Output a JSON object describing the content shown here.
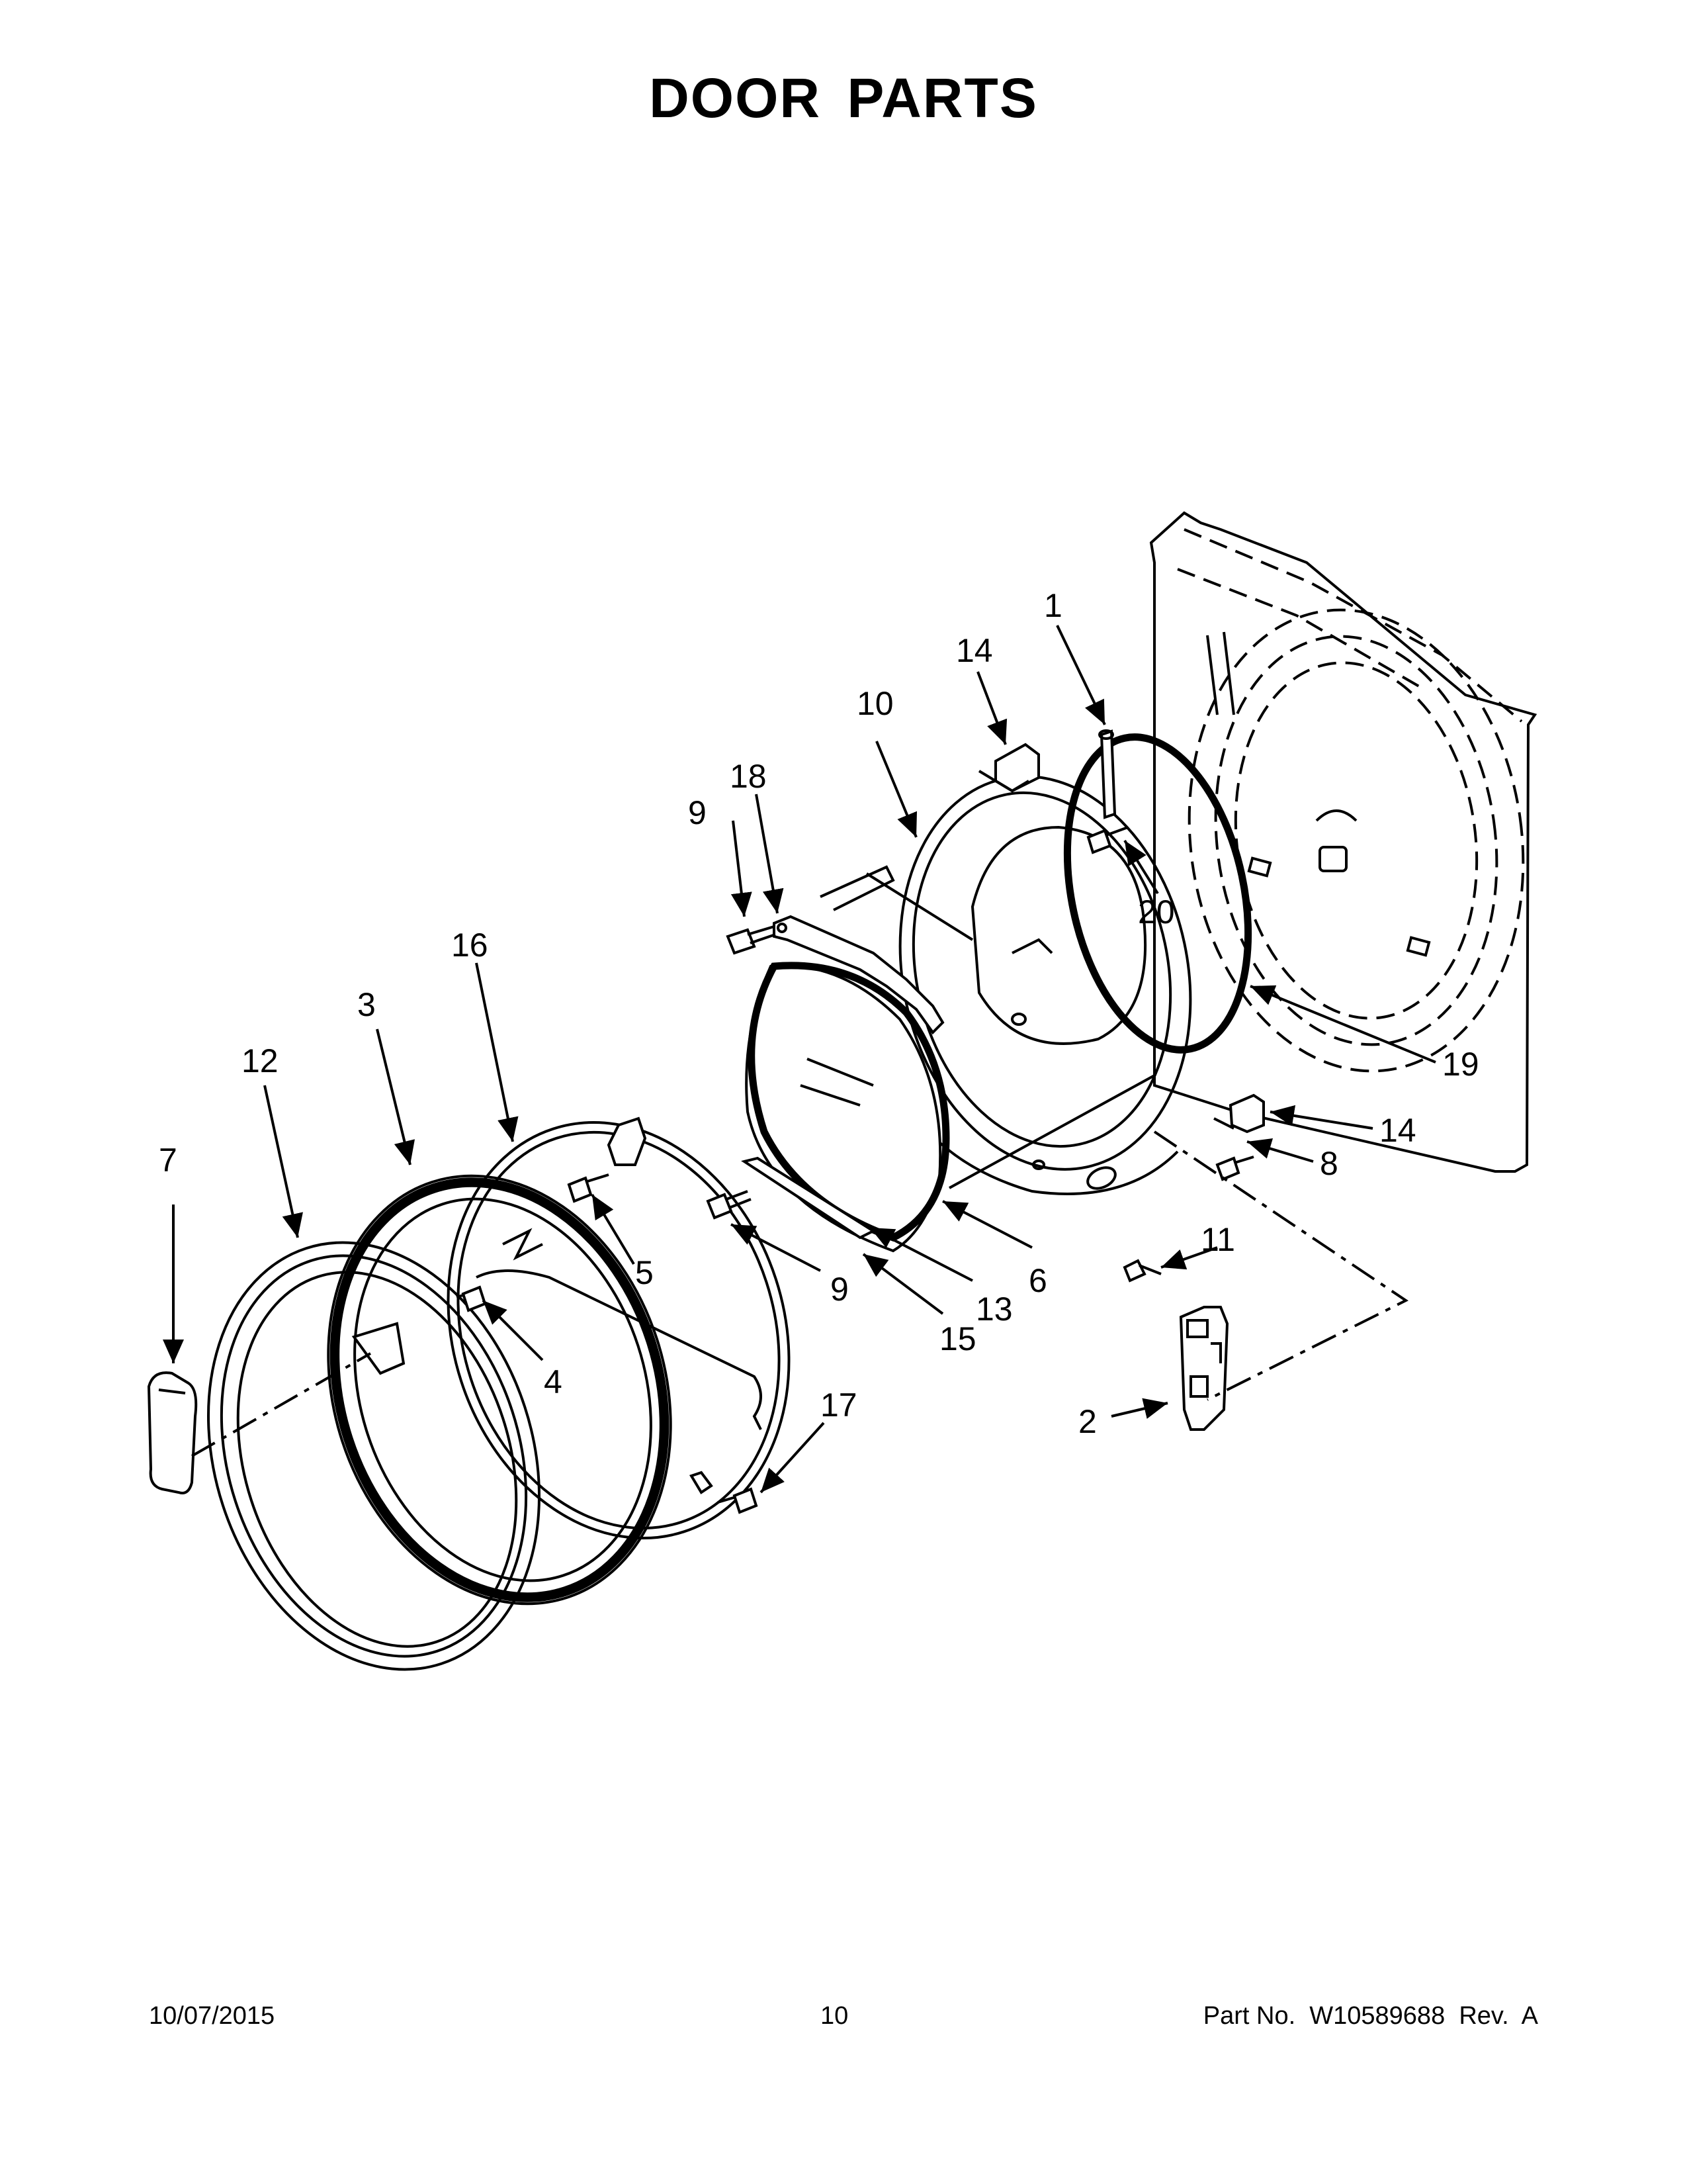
{
  "title": "DOOR PARTS",
  "callouts": [
    "1",
    "2",
    "3",
    "4",
    "5",
    "6",
    "7",
    "8",
    "9",
    "9",
    "10",
    "11",
    "12",
    "13",
    "14",
    "14",
    "15",
    "16",
    "17",
    "18",
    "19",
    "20"
  ],
  "footer": {
    "date": "10/07/2015",
    "page": "10",
    "part_number": "Part No.  W10589688  Rev.  A"
  }
}
